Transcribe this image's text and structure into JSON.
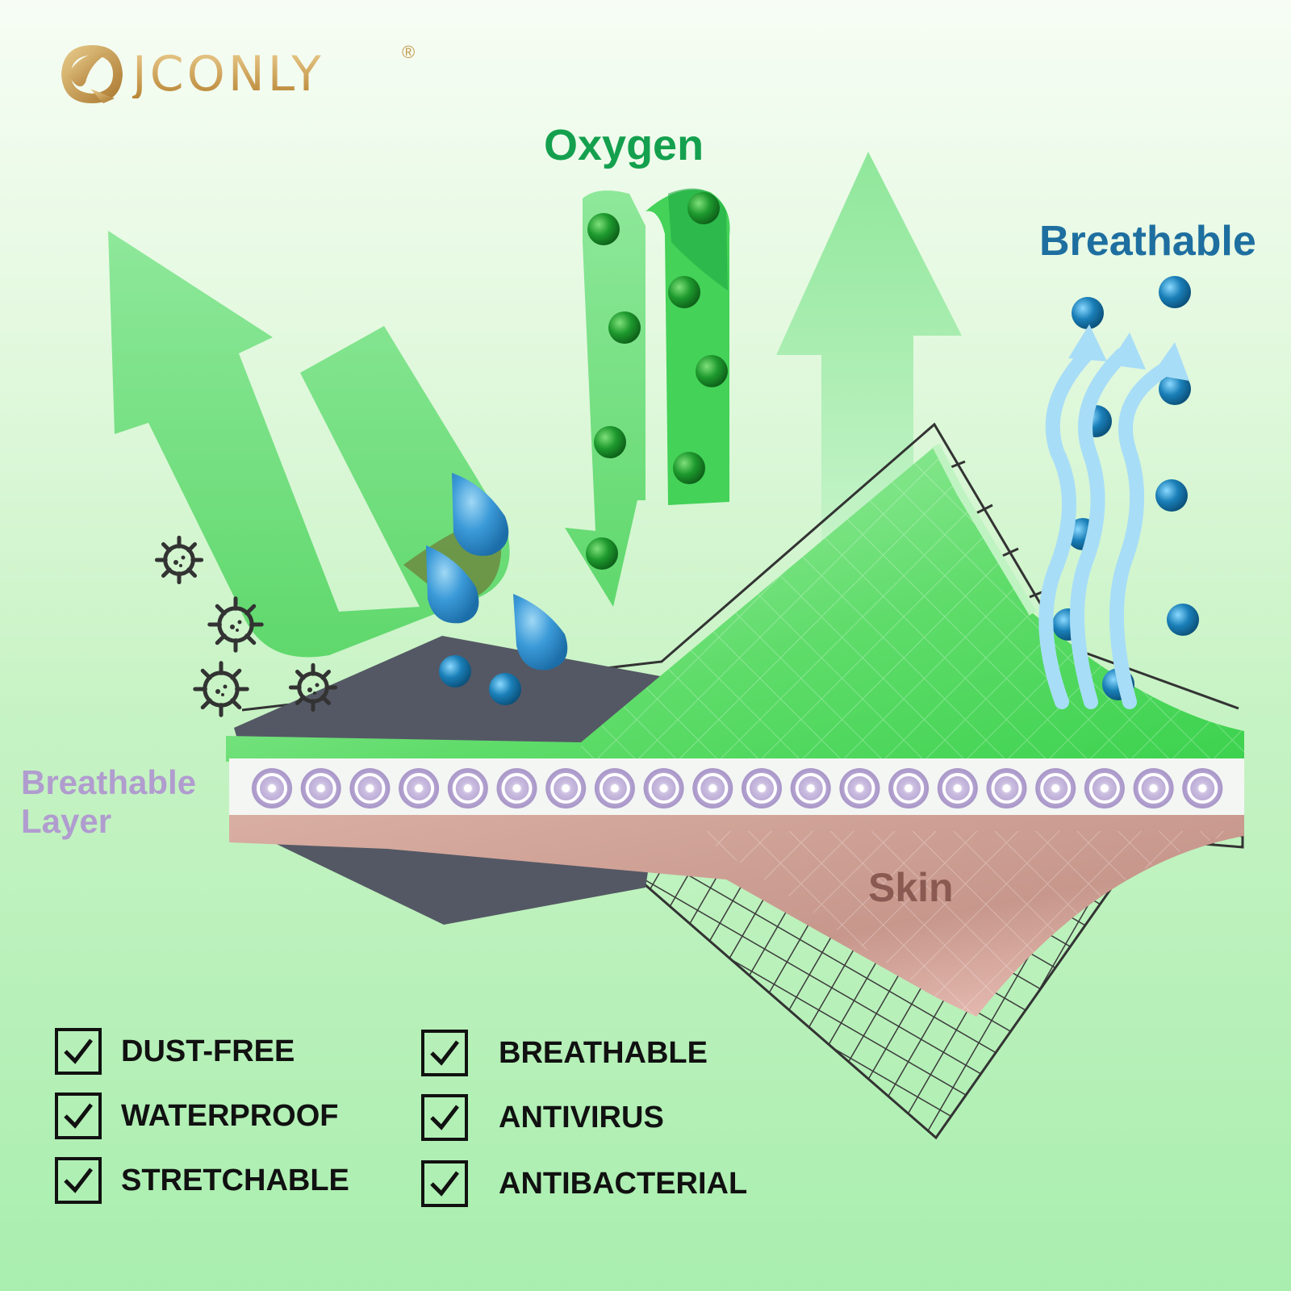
{
  "brand": {
    "name": "JCONLY",
    "registered": "®"
  },
  "labels": {
    "oxygen": "Oxygen",
    "breathable": "Breathable",
    "breathable_layer_line1": "Breathable",
    "breathable_layer_line2": "Layer",
    "skin": "Skin"
  },
  "features_left": [
    {
      "label": "DUST-FREE",
      "checked": true
    },
    {
      "label": "WATERPROOF",
      "checked": true
    },
    {
      "label": "STRETCHABLE",
      "checked": true
    }
  ],
  "features_right": [
    {
      "label": "BREATHABLE",
      "checked": true
    },
    {
      "label": "ANTIVIRUS",
      "checked": true
    },
    {
      "label": "ANTIBACTERIAL",
      "checked": true
    }
  ],
  "colors": {
    "brand_gold": "#c49a4e",
    "oxygen_green": "#14a04e",
    "breathable_blue": "#1e6fa0",
    "layer_purple": "#b09ccf",
    "skin_brown": "#8a5a52"
  },
  "icons": [
    "logo-icon",
    "virus-icon",
    "water-drop-icon",
    "oxygen-bubble-icon",
    "air-bubble-icon",
    "check-icon"
  ]
}
